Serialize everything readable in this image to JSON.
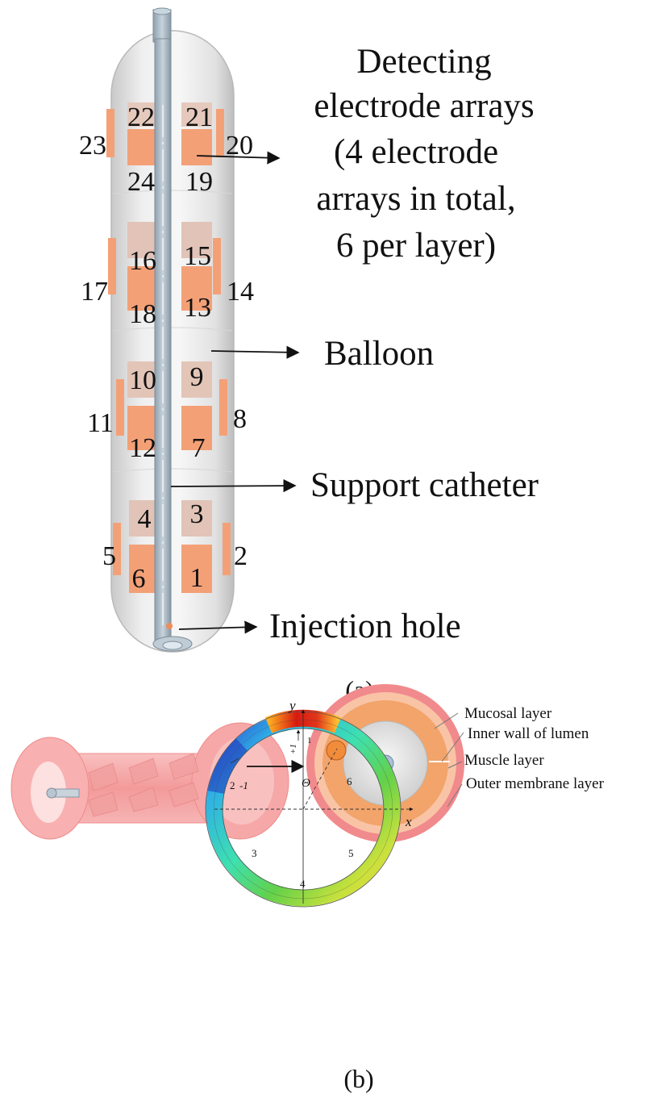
{
  "figure_a": {
    "electrodes": [
      {
        "n": "1"
      },
      {
        "n": "2"
      },
      {
        "n": "3"
      },
      {
        "n": "4"
      },
      {
        "n": "5"
      },
      {
        "n": "6"
      },
      {
        "n": "7"
      },
      {
        "n": "8"
      },
      {
        "n": "9"
      },
      {
        "n": "10"
      },
      {
        "n": "11"
      },
      {
        "n": "12"
      },
      {
        "n": "13"
      },
      {
        "n": "14"
      },
      {
        "n": "15"
      },
      {
        "n": "16"
      },
      {
        "n": "17"
      },
      {
        "n": "18"
      },
      {
        "n": "19"
      },
      {
        "n": "20"
      },
      {
        "n": "21"
      },
      {
        "n": "22"
      },
      {
        "n": "23"
      },
      {
        "n": "24"
      }
    ],
    "callouts": {
      "detecting_line1": "Detecting",
      "detecting_line2": "electrode arrays",
      "detecting_line3": "(4 electrode",
      "detecting_line4": "arrays in total,",
      "detecting_line5": "6 per layer)",
      "balloon": "Balloon",
      "support_catheter": "Support catheter",
      "injection_hole": "Injection hole"
    },
    "caption": "(a)"
  },
  "figure_b": {
    "layers": {
      "mucosal": "Mucosal layer",
      "inner_wall": "Inner wall of lumen",
      "muscle": "Muscle layer",
      "outer_membrane": "Outer membrane layer"
    },
    "ring": {
      "y_axis": "y",
      "x_axis": "x",
      "theta": "Θ",
      "plus_one": "+1",
      "minus_one": "-1",
      "positions": [
        "1",
        "2",
        "3",
        "4",
        "5",
        "6"
      ]
    },
    "caption": "(b)"
  },
  "colors": {
    "electrode": "#f39a6b",
    "electrode_back": "#d9b8ab",
    "balloon": "#e4e4e4",
    "catheter": "#aab8c4",
    "tissue_pink": "#f08c8c",
    "muscle_orange": "#f2a46a"
  }
}
